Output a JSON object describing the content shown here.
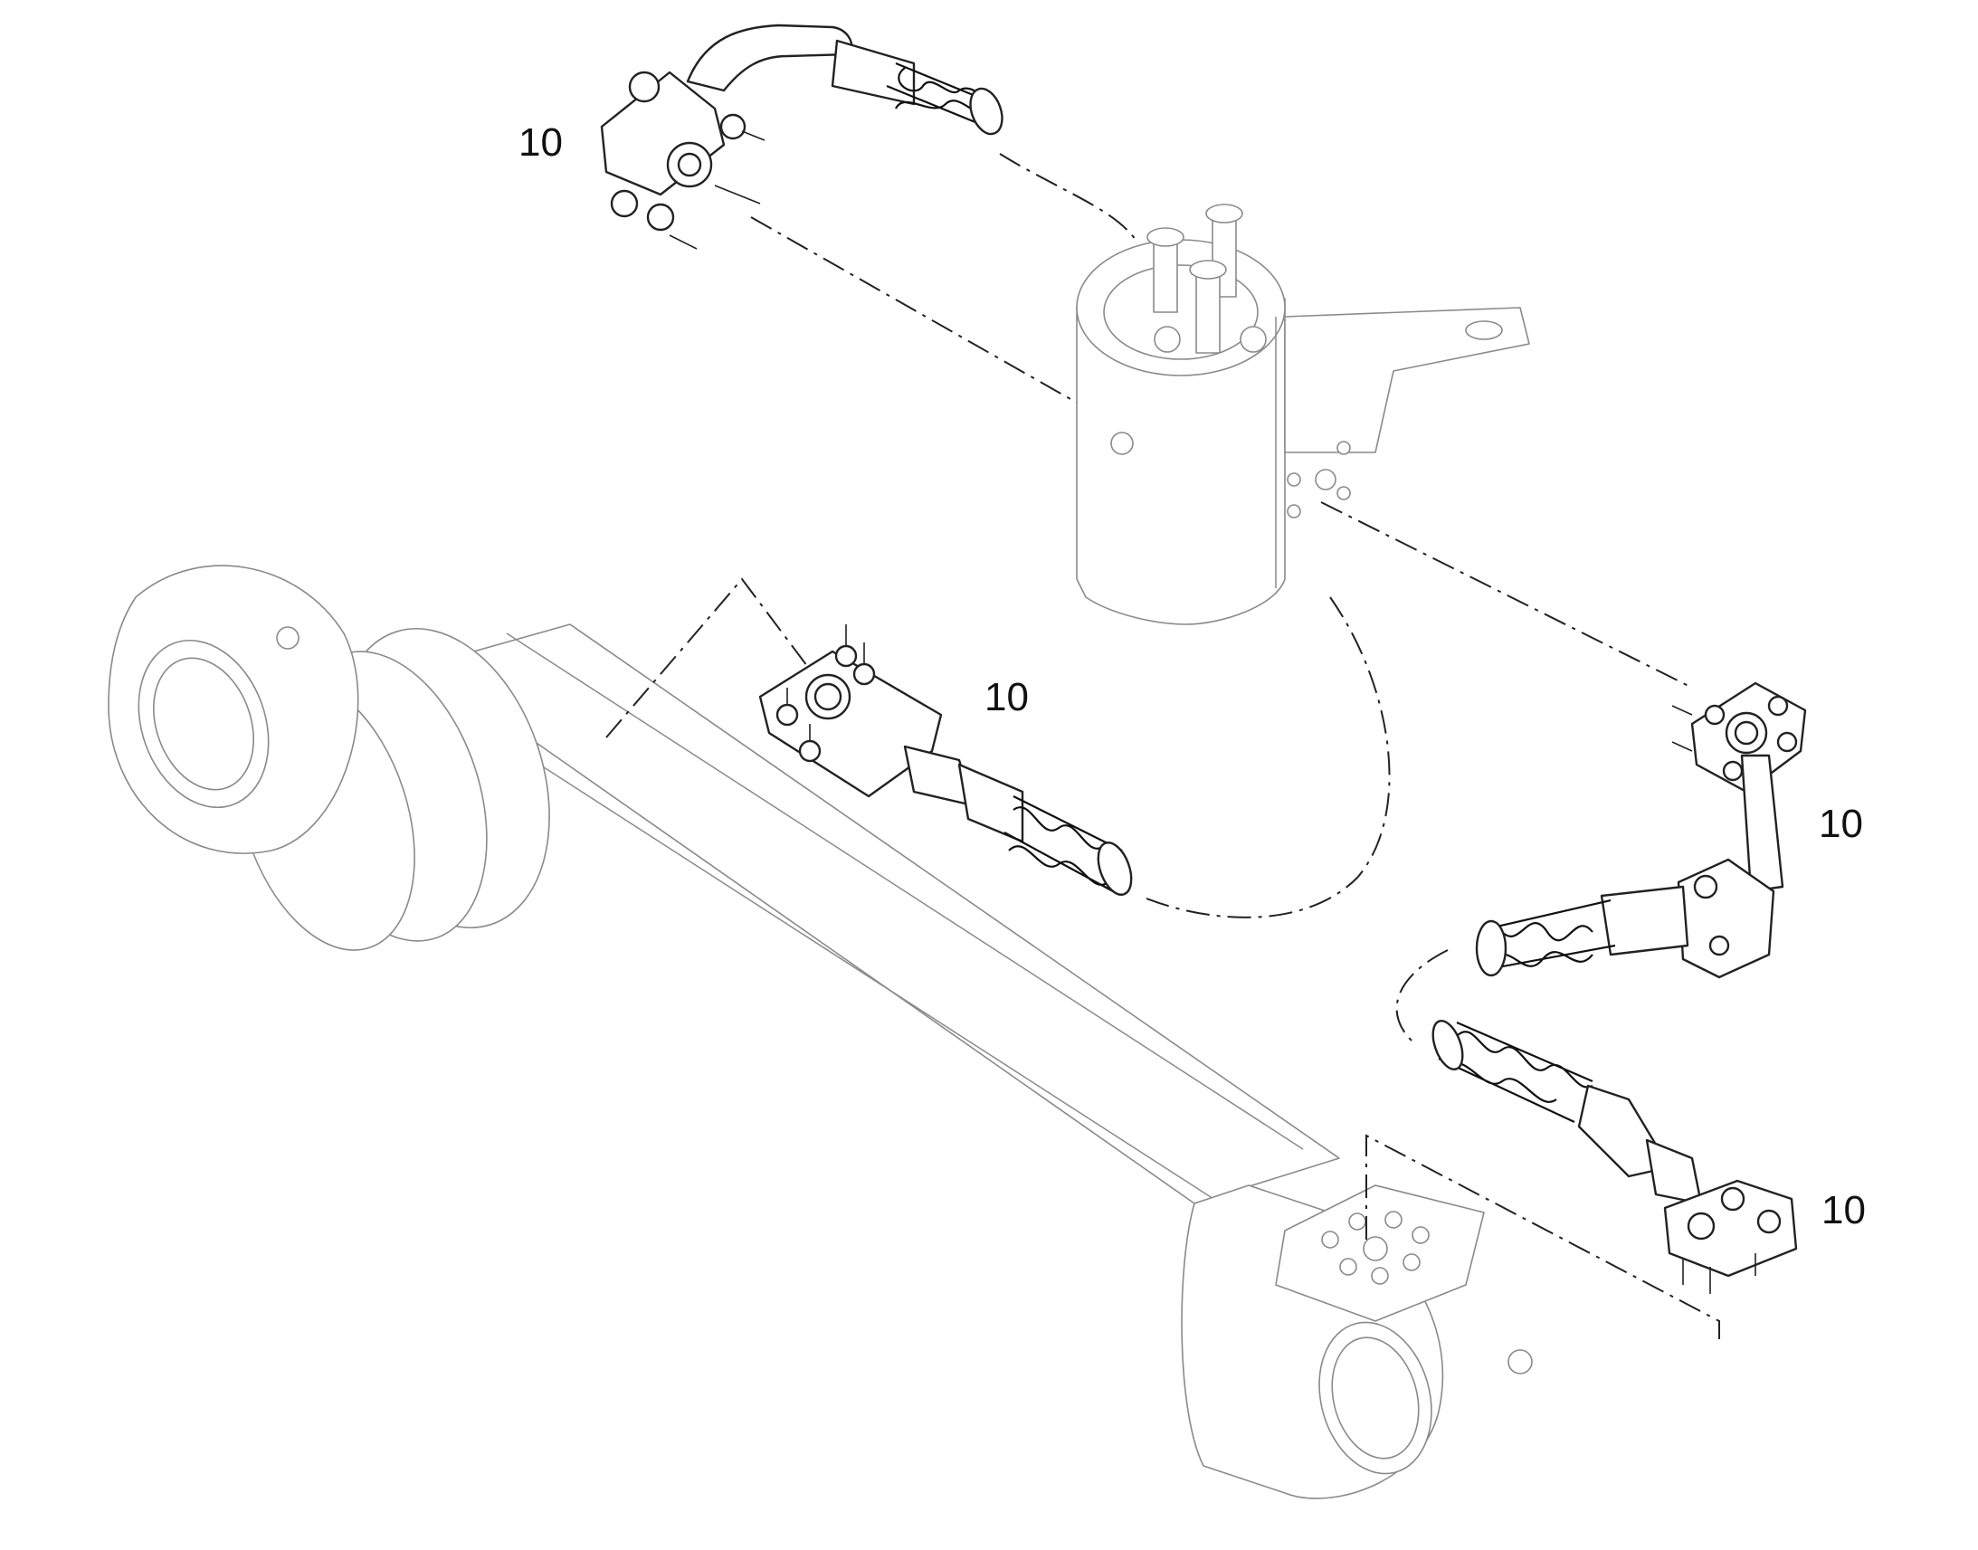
{
  "diagram": {
    "callouts": [
      {
        "id": "c1",
        "text": "10"
      },
      {
        "id": "c2",
        "text": "10"
      },
      {
        "id": "c3",
        "text": "10"
      },
      {
        "id": "c4",
        "text": "10"
      }
    ]
  }
}
